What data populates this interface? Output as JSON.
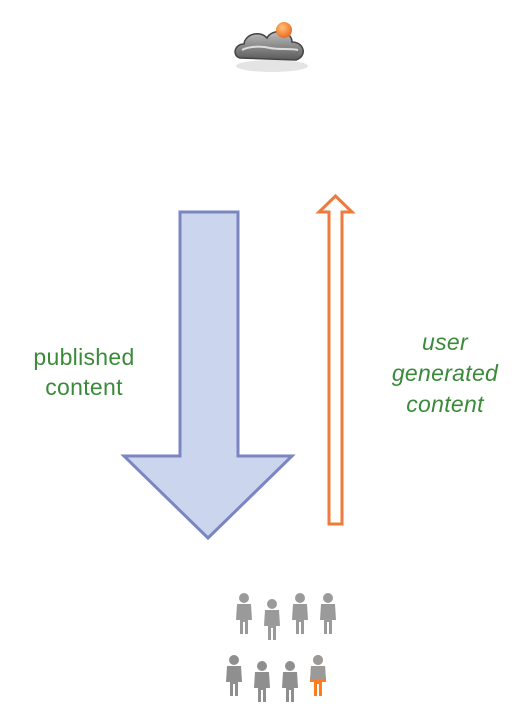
{
  "labels": {
    "published": [
      "published",
      "content"
    ],
    "user_generated": [
      "user",
      "generated",
      "content"
    ]
  },
  "icons": {
    "top": "cloud-server-icon",
    "bottom": "people-crowd-icon"
  },
  "colors": {
    "text_green": "#3a8a3a",
    "down_arrow_fill": "#ccd5ee",
    "down_arrow_stroke": "#7a86c2",
    "up_arrow_stroke": "#ee7a3d",
    "accent_orange": "#ff7a1a",
    "person_gray": "#9a9a9a"
  }
}
